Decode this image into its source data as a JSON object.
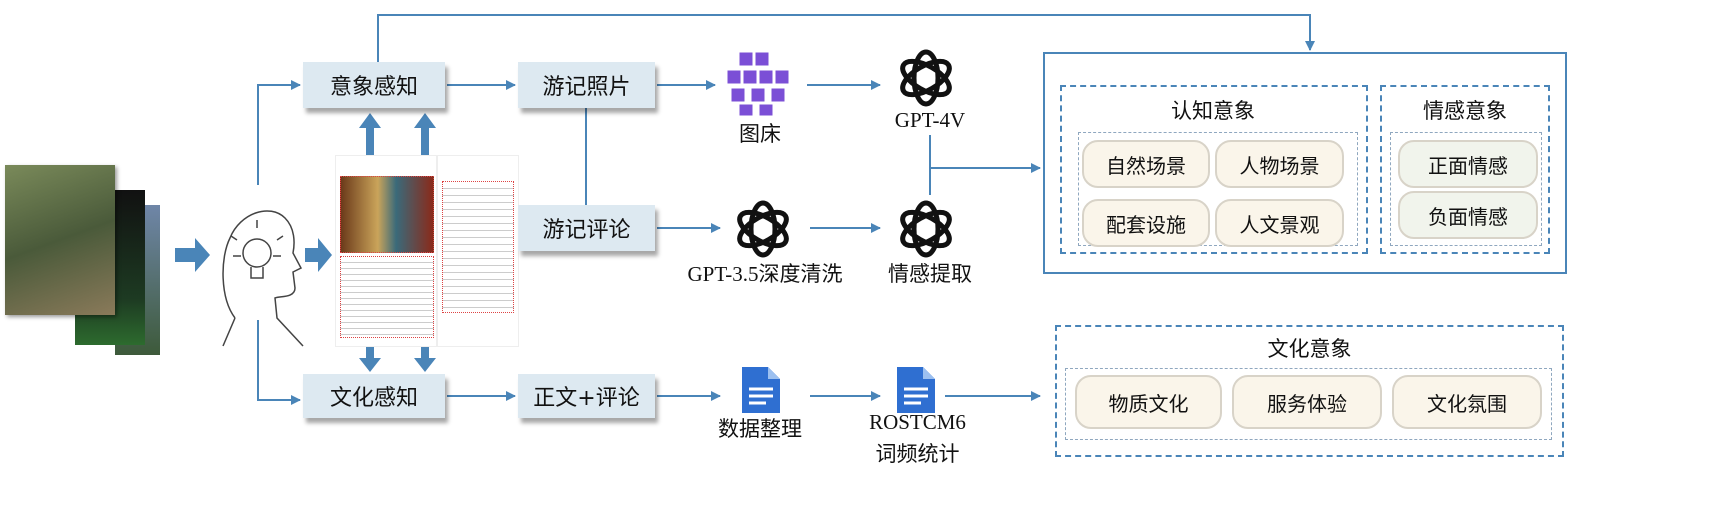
{
  "colors": {
    "line": "#4a85b8",
    "box": "#dde9f1",
    "pill_warm": "#faf5ea",
    "pill_green": "#f1f4ec",
    "gpt_icon": "#111111",
    "image_bed": "#7b4fd6",
    "doc": "#2f6fd1"
  },
  "nodes": {
    "image_perception": "意象感知",
    "travel_photos": "游记照片",
    "travel_comments": "游记评论",
    "culture_perception": "文化感知",
    "text_comments": "正文+评论"
  },
  "tools": {
    "image_bed": {
      "label": "图床",
      "icon": "image-bed-icon"
    },
    "gpt4v": {
      "label": "GPT-4V",
      "icon": "openai-icon"
    },
    "gpt35": {
      "label": "GPT-3.5深度清洗",
      "icon": "openai-icon"
    },
    "sentiment": {
      "label": "情感提取",
      "icon": "openai-icon"
    },
    "data_org": {
      "label": "数据整理",
      "icon": "document-icon"
    },
    "rostcm": {
      "label": "ROSTCM6",
      "label2": "词频统计",
      "icon": "document-icon"
    }
  },
  "outputs": {
    "cognitive": {
      "title": "认知意象",
      "items": [
        "自然场景",
        "人物场景",
        "配套设施",
        "人文景观"
      ]
    },
    "emotional": {
      "title": "情感意象",
      "items": [
        "正面情感",
        "负面情感"
      ]
    },
    "cultural": {
      "title": "文化意象",
      "items": [
        "物质文化",
        "服务体验",
        "文化氛围"
      ]
    }
  }
}
